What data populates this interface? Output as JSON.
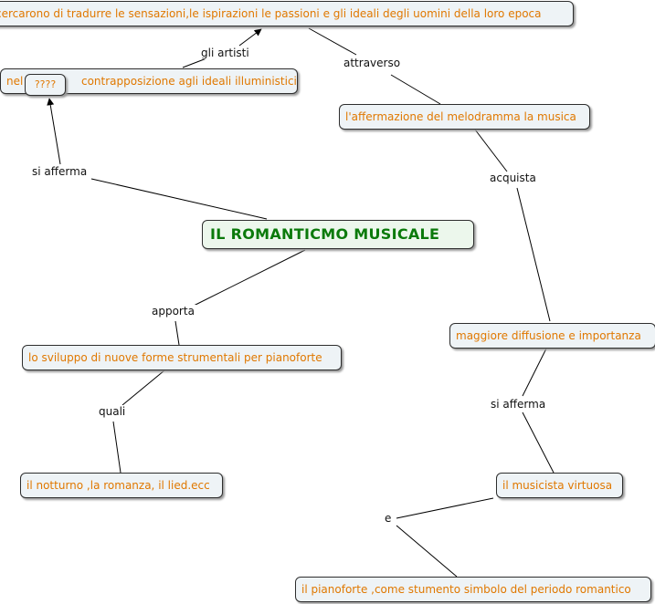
{
  "concepts": {
    "top": "cercarono di tradurre le sensazioni,le ispirazioni le passioni e gli ideali degli uomini della loro epoca",
    "nel": "nel",
    "unknown": "????",
    "contrapposizione": "contrapposizione agli ideali illuministici",
    "melodramma": "l'affermazione del melodramma la musica",
    "main": "IL ROMANTICMO MUSICALE",
    "sviluppo": "lo sviluppo di nuove forme strumentali per pianoforte",
    "notturno": "il notturno ,la romanza, il lied.ecc",
    "diffusione": "maggiore diffusione e importanza",
    "virtuosa": "il musicista virtuosa",
    "pianoforte": "il pianoforte ,come stumento simbolo del periodo romantico"
  },
  "links": {
    "gli_artisti": "gli artisti",
    "attraverso": "attraverso",
    "si_afferma_1": "si afferma",
    "apporta": "apporta",
    "quali": "quali",
    "acquista": "acquista",
    "si_afferma_2": "si afferma",
    "e": "e"
  },
  "colors": {
    "concept_text": "#e07800",
    "main_text": "#0b7a0b",
    "node_fill": "#eef3f6",
    "main_fill": "#ecf7ec",
    "line": "#000000"
  }
}
